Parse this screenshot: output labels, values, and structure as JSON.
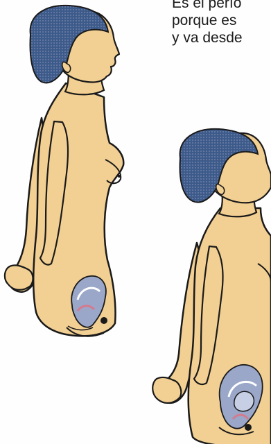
{
  "text": {
    "line1": "Es el perío",
    "line2": "porque es",
    "line3": "y va desde"
  },
  "figures": [
    {
      "name": "woman-figure-small-uterus",
      "uterus_fill": "visible"
    },
    {
      "name": "woman-figure-larger-uterus",
      "uterus_fill": "visible"
    }
  ],
  "colors": {
    "skin": "#f2cf92",
    "hair": "#3c5a8a",
    "outline": "#1a1a1a",
    "uterus": "#9aa7c9",
    "background": "#fefefe"
  }
}
